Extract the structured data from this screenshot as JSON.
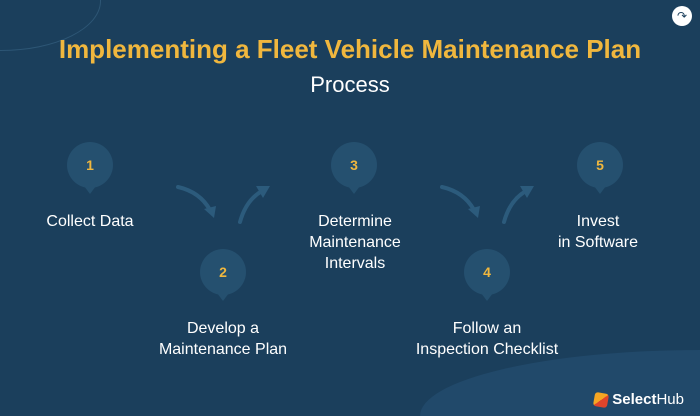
{
  "title": "Implementing a Fleet Vehicle Maintenance Plan",
  "subtitle": "Process",
  "steps": [
    {
      "number": "1",
      "lines": [
        "Collect Data"
      ]
    },
    {
      "number": "2",
      "lines": [
        "Develop a",
        "Maintenance Plan"
      ]
    },
    {
      "number": "3",
      "lines": [
        "Determine",
        "Maintenance",
        "Intervals"
      ]
    },
    {
      "number": "4",
      "lines": [
        "Follow an",
        "Inspection Checklist"
      ]
    },
    {
      "number": "5",
      "lines": [
        "Invest",
        "in Software"
      ]
    }
  ],
  "brand": {
    "name_bold": "Select",
    "name_rest": "Hub"
  },
  "colors": {
    "background": "#1b3f5c",
    "accent": "#f0b73e",
    "pin": "#25506f"
  }
}
